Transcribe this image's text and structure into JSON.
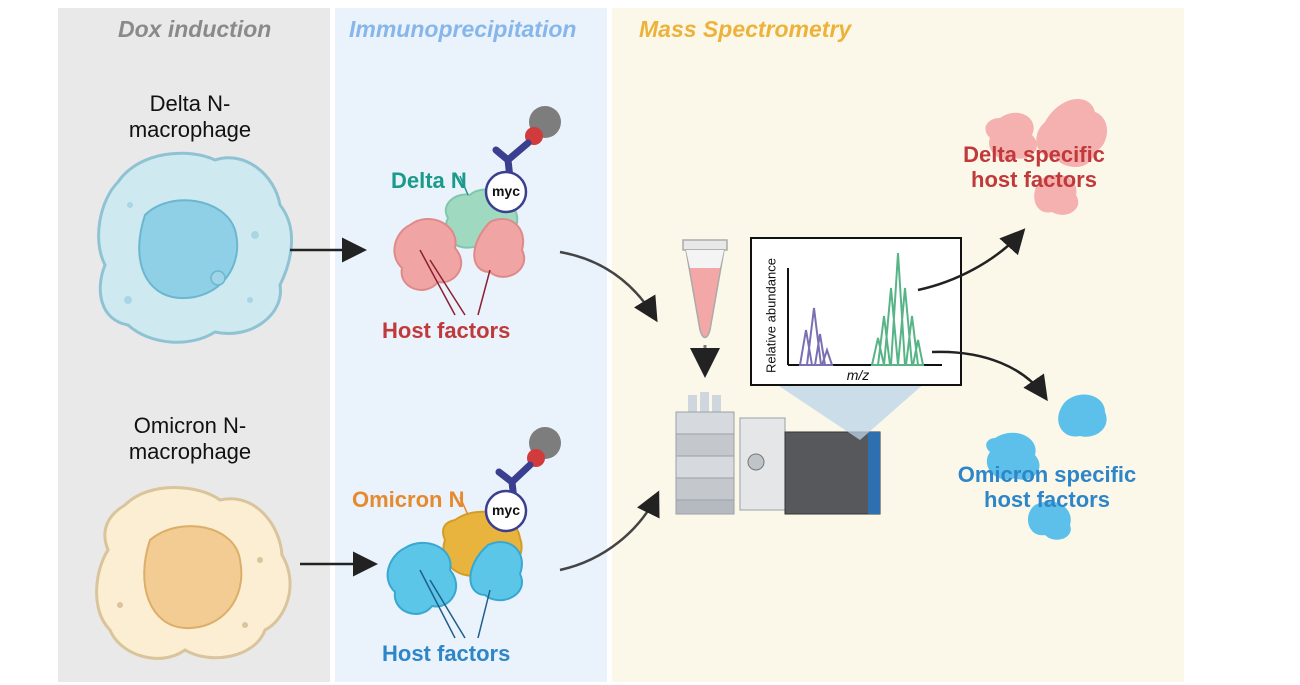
{
  "panels": {
    "dox": {
      "title": "Dox induction"
    },
    "ip": {
      "title": "Immunoprecipitation"
    },
    "ms": {
      "title": "Mass Spectrometry"
    }
  },
  "cells": {
    "delta": {
      "line1": "Delta N-",
      "line2": "macrophage"
    },
    "omicron": {
      "line1": "Omicron N-",
      "line2": "macrophage"
    }
  },
  "ip": {
    "delta_label": "Delta N",
    "omicron_label": "Omicron N",
    "tag_top": "myc",
    "tag_bottom": "myc",
    "host_top": "Host factors",
    "host_bottom": "Host factors"
  },
  "spectrum": {
    "ylabel": "Relative abundance",
    "xlabel": "m/z"
  },
  "results": {
    "delta_line1": "Delta specific",
    "delta_line2": "host factors",
    "omicron_line1": "Omicron specific",
    "omicron_line2": "host factors"
  },
  "colors": {
    "delta_red": "#c0393b",
    "omicron_blue": "#2e86c8",
    "delta_teal": "#1a9a8a",
    "omicron_orange": "#e58a2e"
  }
}
